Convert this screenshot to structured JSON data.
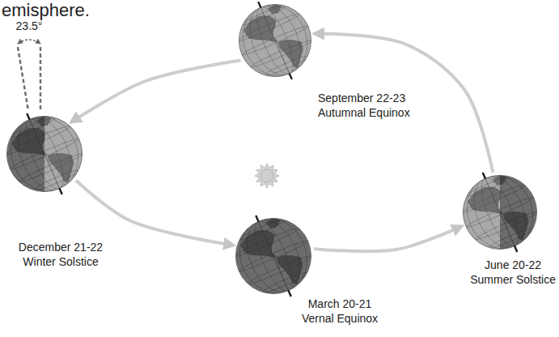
{
  "diagram": {
    "nodes": [
      {
        "text": [
          "September 22-23",
          "Autumnal Equinox"
        ]
      },
      {
        "text": [
          "December 21-22",
          "Winter Solstice"
        ]
      },
      {
        "text": [
          "June 20-22",
          "Summer Solstice"
        ]
      },
      {
        "text": [
          "March 20-21",
          "Vernal Equinox"
        ]
      }
    ],
    "edges": [
      {
        "from": 0,
        "to": 1,
        "arrow": "to"
      },
      {
        "from": 1,
        "to": 3,
        "arrow": "to"
      },
      {
        "from": 3,
        "to": 2,
        "arrow": "to"
      },
      {
        "from": 2,
        "to": 0,
        "arrow": "to"
      }
    ],
    "labels": [
      "emisphere.",
      "23.5°"
    ]
  }
}
